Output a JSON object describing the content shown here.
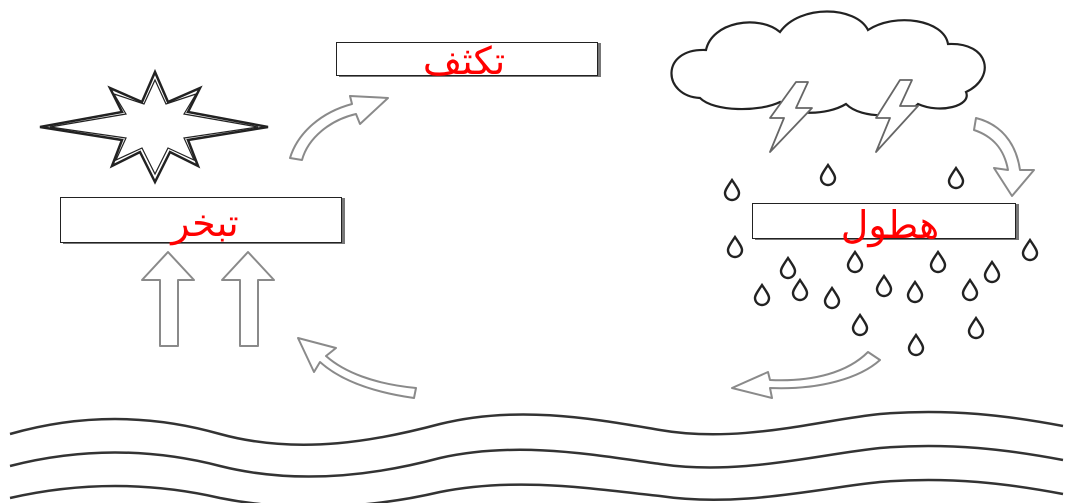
{
  "labels": {
    "condensation": "تكثف",
    "evaporation": "تبخر",
    "precipitation": "هطول"
  },
  "colors": {
    "label_text": "#ff0000",
    "stroke": "#222222",
    "arrow_fill": "#ffffff",
    "arrow_stroke": "#8a8a8a"
  },
  "icons": [
    "sun-icon",
    "cloud-icon",
    "lightning-icon",
    "raindrop-icon",
    "water-waves-icon",
    "curved-arrow-icon",
    "up-arrow-icon"
  ]
}
